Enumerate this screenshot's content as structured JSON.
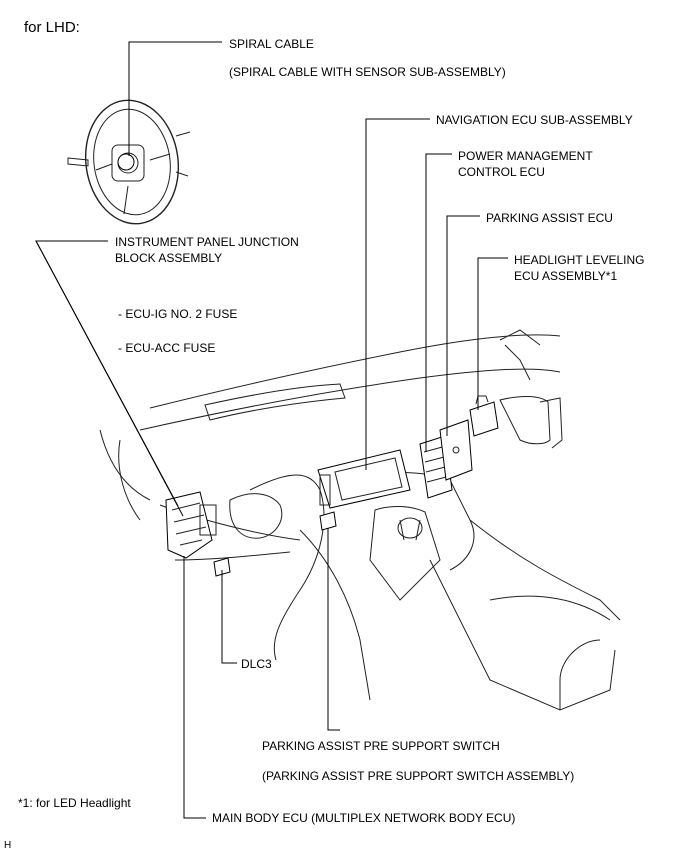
{
  "header": {
    "region_label": "for LHD:"
  },
  "labels": {
    "spiral_cable": "SPIRAL CABLE",
    "spiral_cable_sub": "(SPIRAL CABLE WITH SENSOR SUB-ASSEMBLY)",
    "navigation_ecu": "NAVIGATION ECU SUB-ASSEMBLY",
    "power_mgmt_line1": "POWER MANAGEMENT",
    "power_mgmt_line2": "CONTROL ECU",
    "parking_assist_ecu": "PARKING ASSIST ECU",
    "headlight_line1": "HEADLIGHT LEVELING",
    "headlight_line2": "ECU ASSEMBLY*1",
    "ip_junction_line1": "INSTRUMENT PANEL JUNCTION",
    "ip_junction_line2": "BLOCK ASSEMBLY",
    "fuse1": "- ECU-IG NO. 2 FUSE",
    "fuse2": "- ECU-ACC FUSE",
    "dlc3": "DLC3",
    "pre_support_switch": "PARKING ASSIST PRE SUPPORT SWITCH",
    "pre_support_switch_sub": "(PARKING ASSIST PRE SUPPORT SWITCH ASSEMBLY)",
    "main_body_ecu": "MAIN BODY ECU (MULTIPLEX NETWORK BODY ECU)"
  },
  "footnote": "*1: for LED Headlight",
  "corner_code": "H"
}
